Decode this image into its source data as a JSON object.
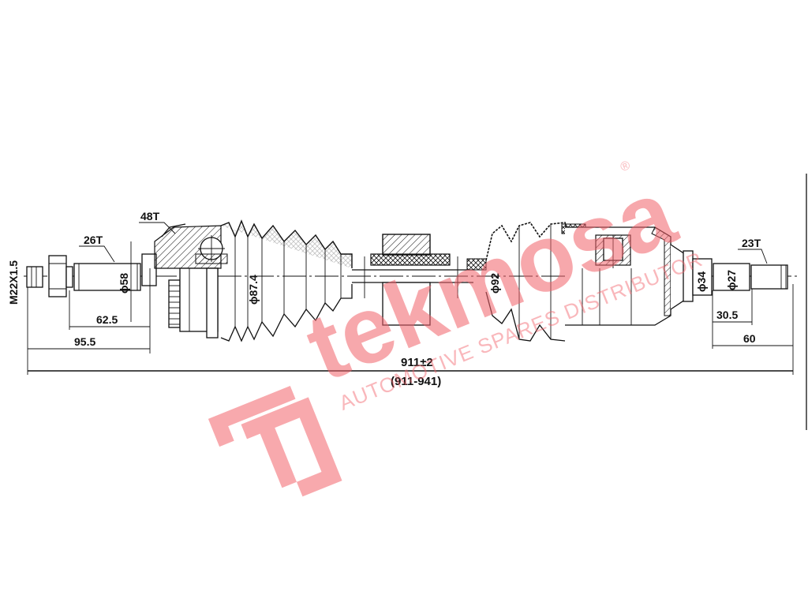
{
  "drawing": {
    "title": "Drive shaft dimensional drawing",
    "labels": {
      "thread": "M22X1.5",
      "spline_outer": "26T",
      "abs_ring": "48T",
      "spline_inner": "23T",
      "dia_58": "ϕ58",
      "dia_87_4": "ϕ87.4",
      "dia_92": "ϕ92",
      "dia_34": "ϕ34",
      "dia_27": "ϕ27",
      "len_62_5": "62.5",
      "len_95_5": "95.5",
      "len_30_5": "30.5",
      "len_60": "60",
      "overall": "911±2",
      "overall_range": "(911-941)"
    }
  },
  "watermark": {
    "brand": "tekmosa",
    "registered": "®",
    "tagline": "AUTOMOTIVE SPARES DISTRIBUTOR",
    "color": "#f2626a"
  }
}
